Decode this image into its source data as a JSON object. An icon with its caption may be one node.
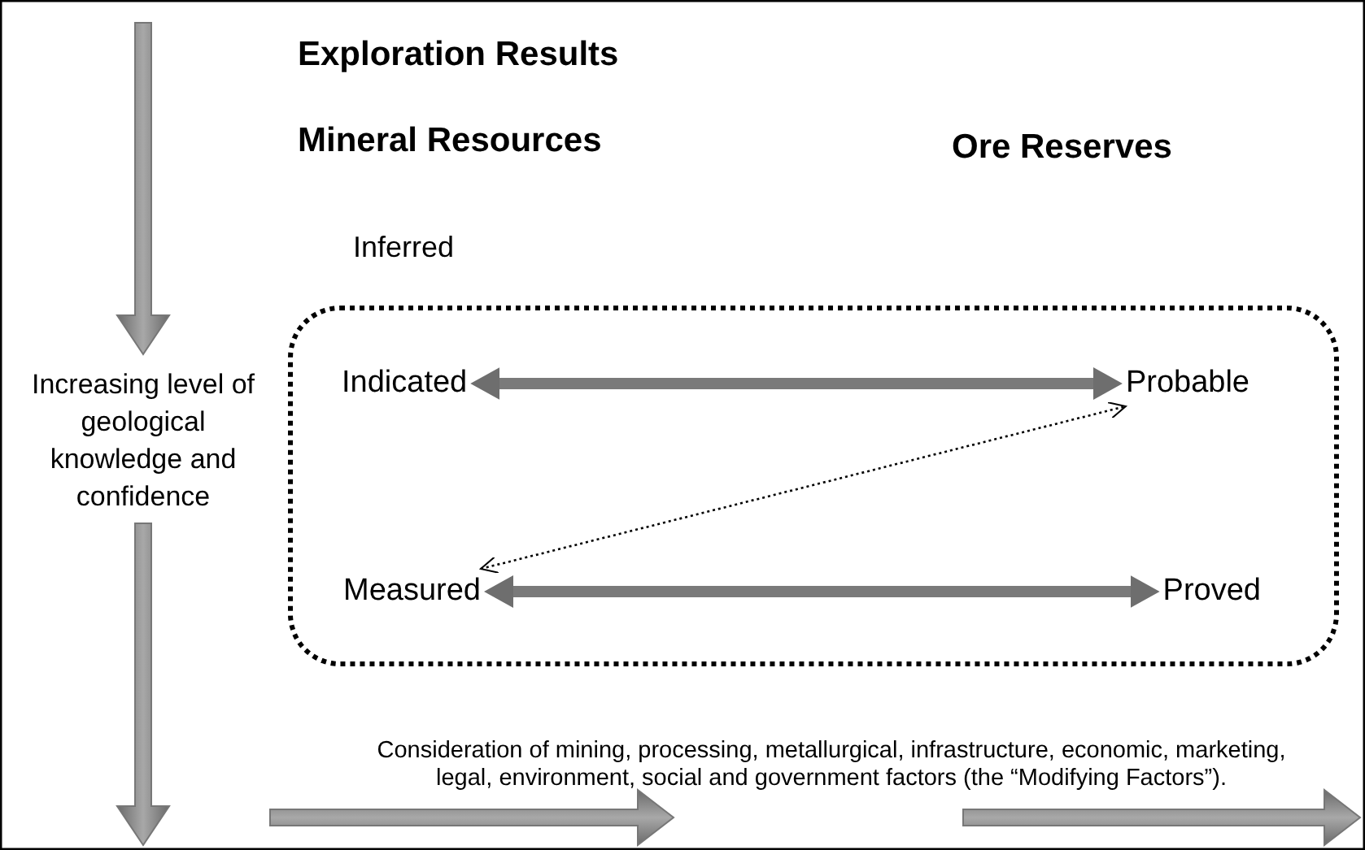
{
  "diagram": {
    "nodes": [
      {
        "text": [],
        "shape": "box"
      },
      {
        "text": [
          "Indicated"
        ],
        "in": 0
      },
      {
        "text": [
          "Probable"
        ],
        "in": 0
      },
      {
        "text": [
          "Measured"
        ],
        "in": 0
      },
      {
        "text": [
          "Proved"
        ],
        "in": 0
      }
    ],
    "edges": [
      {
        "from": 1,
        "to": 2,
        "arrow": "both"
      },
      {
        "from": 3,
        "to": 4,
        "arrow": "both"
      },
      {
        "from": 3,
        "to": 2,
        "arrow": "both",
        "style": "dashed",
        "color": "#000000"
      }
    ],
    "labels": [
      "Exploration Results",
      "Mineral Resources",
      "Ore Reserves",
      "Inferred",
      "Increasing level of geological knowledge and confidence",
      "Consideration of mining, processing, metallurgical, infrastructure, economic, marketing, legal, environment, social and government factors (the “Modifying Factors”)."
    ]
  }
}
